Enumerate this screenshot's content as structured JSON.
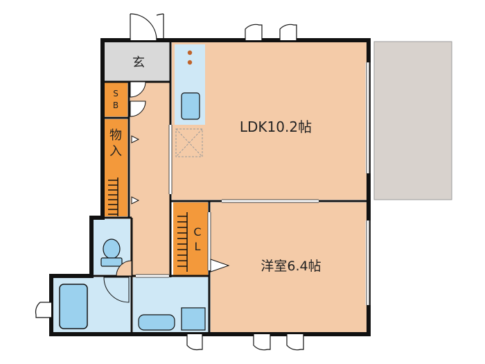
{
  "labels": {
    "genkan": "玄",
    "shoe_box_s": "S",
    "shoe_box_b": "B",
    "storage_1": "物",
    "storage_2": "入",
    "ldk": "LDK10.2帖",
    "closet_c": "C",
    "closet_l": "L",
    "western_room": "洋室6.4帖"
  },
  "colors": {
    "wall": "#111111",
    "floor_tan": "#f4cba8",
    "closet_orange": "#f3993b",
    "entrance_gray": "#d9d9d9",
    "wet_blue": "#cfe8f6",
    "fixture_blue": "#9bd1ee",
    "balcony_gray": "#d8d2cd"
  },
  "icons": [
    "door-swing-icon",
    "toilet-icon",
    "bathtub-icon",
    "sink-icon",
    "kitchen-sink-icon",
    "stove-burner-icon",
    "washer-space-icon",
    "stairs-icon",
    "sliding-window-icon"
  ]
}
